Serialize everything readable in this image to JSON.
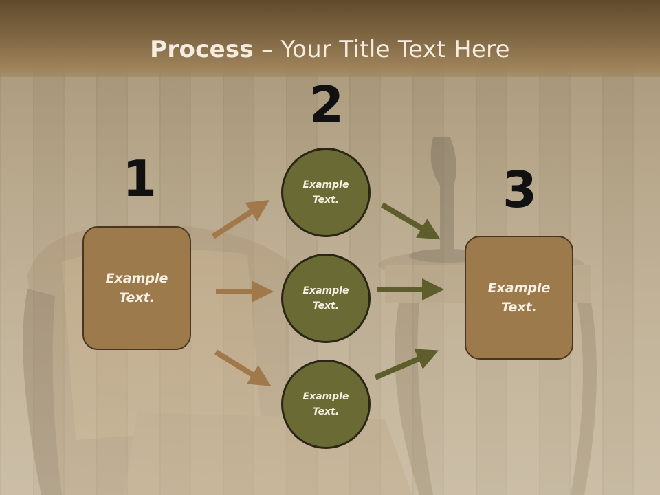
{
  "title": {
    "bold": "Process",
    "rest": " – Your Title Text Here"
  },
  "steps": [
    {
      "number": "1",
      "label": "Example\nText."
    },
    {
      "number": "2",
      "label": "Example\nText."
    },
    {
      "number": "3",
      "label": "Example\nText."
    }
  ],
  "circles": [
    {
      "label": "Example\nText."
    },
    {
      "label": "Example\nText."
    },
    {
      "label": "Example\nText."
    }
  ],
  "colors": {
    "box_fill": "#9c7a4c",
    "circle_fill": "#6a6a34",
    "arrow_brown": "#a0784a",
    "arrow_olive": "#5e5e2c"
  }
}
